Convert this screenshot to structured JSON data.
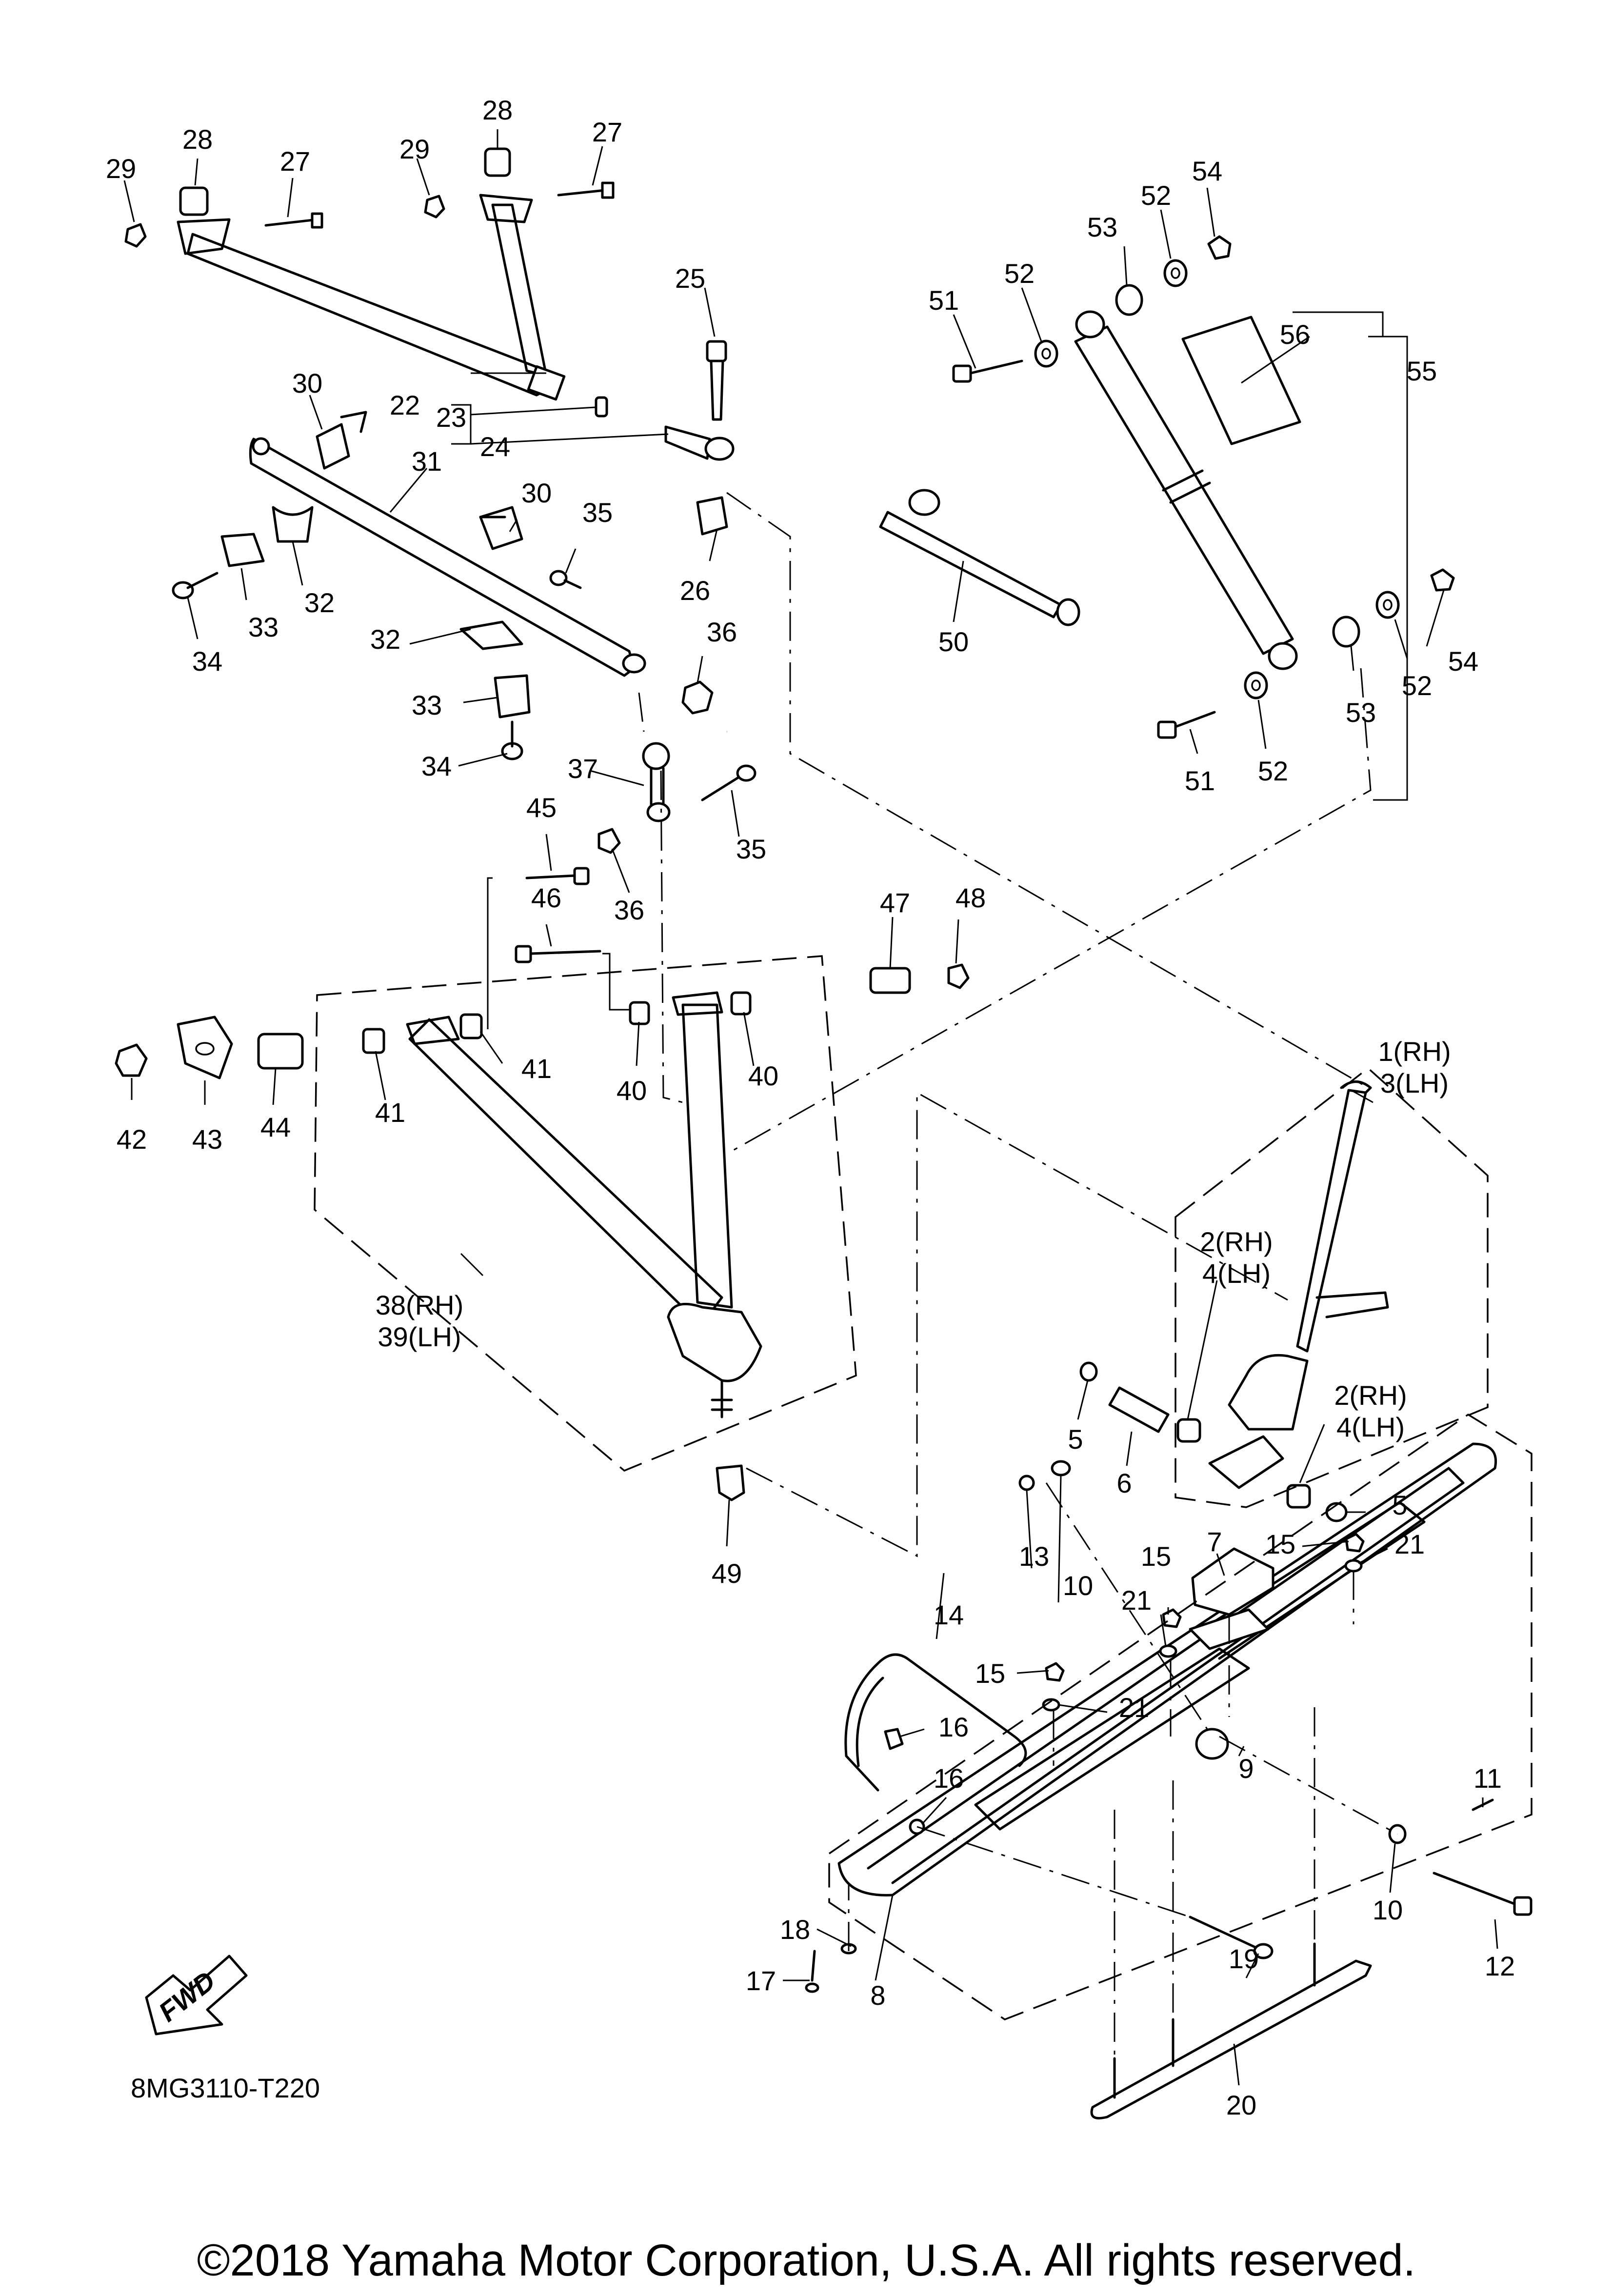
{
  "diagram": {
    "code": "8MG3110-T220",
    "fwd": "FWD",
    "copyright": "©2018 Yamaha Motor Corporation, U.S.A. All rights reserved.",
    "labels": {
      "l1": "1(RH)",
      "l3": "3(LH)",
      "l2a": "2(RH)",
      "l4a": "4(LH)",
      "l2b": "2(RH)",
      "l4b": "4(LH)",
      "l5a": "5",
      "l5b": "5",
      "l6": "6",
      "l7": "7",
      "l8": "8",
      "l9": "9",
      "l10a": "10",
      "l10b": "10",
      "l11": "11",
      "l12": "12",
      "l13": "13",
      "l14": "14",
      "l15a": "15",
      "l15b": "15",
      "l15c": "15",
      "l16a": "16",
      "l16b": "16",
      "l17": "17",
      "l18": "18",
      "l19": "19",
      "l20": "20",
      "l21a": "21",
      "l21b": "21",
      "l21c": "21",
      "l22": "22",
      "l23": "23",
      "l24": "24",
      "l25": "25",
      "l26": "26",
      "l27a": "27",
      "l27b": "27",
      "l28a": "28",
      "l28b": "28",
      "l29a": "29",
      "l29b": "29",
      "l30a": "30",
      "l30b": "30",
      "l31": "31",
      "l32a": "32",
      "l32b": "32",
      "l33a": "33",
      "l33b": "33",
      "l34a": "34",
      "l34b": "34",
      "l35a": "35",
      "l35b": "35",
      "l36a": "36",
      "l36b": "36",
      "l37": "37",
      "l38": "38(RH)",
      "l39": "39(LH)",
      "l40a": "40",
      "l40b": "40",
      "l41a": "41",
      "l41b": "41",
      "l42": "42",
      "l43": "43",
      "l44": "44",
      "l45": "45",
      "l46": "46",
      "l47": "47",
      "l48": "48",
      "l49": "49",
      "l50": "50",
      "l51a": "51",
      "l51b": "51",
      "l52a": "52",
      "l52b": "52",
      "l52c": "52",
      "l52d": "52",
      "l53a": "53",
      "l53b": "53",
      "l54a": "54",
      "l54b": "54",
      "l55": "55",
      "l56": "56"
    }
  }
}
